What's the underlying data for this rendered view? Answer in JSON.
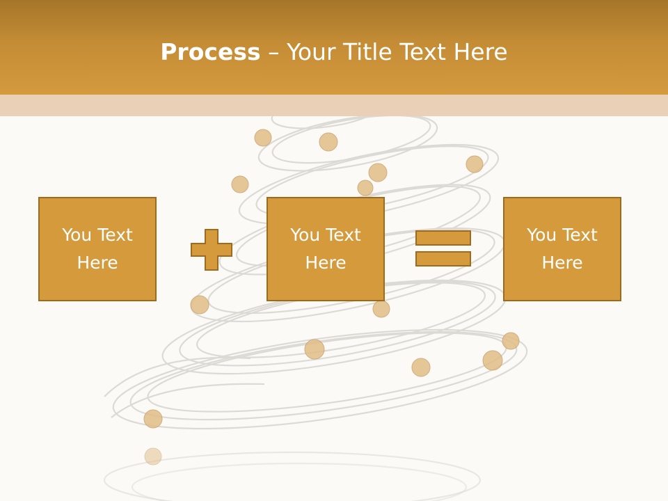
{
  "slide": {
    "title_bold": "Process",
    "title_rest": " – Your Title Text Here",
    "boxes": [
      "You Text Here",
      "You Text Here",
      "You Text Here"
    ]
  },
  "colors": {
    "header_top": "#a5762a",
    "header_bottom": "#d49a3e",
    "subbar": "#ead0b7",
    "box_fill": "#d49a3c",
    "box_border": "#9c6b1d",
    "background": "#fbfaf7"
  },
  "icons": [
    "plus-icon",
    "equals-icon"
  ]
}
